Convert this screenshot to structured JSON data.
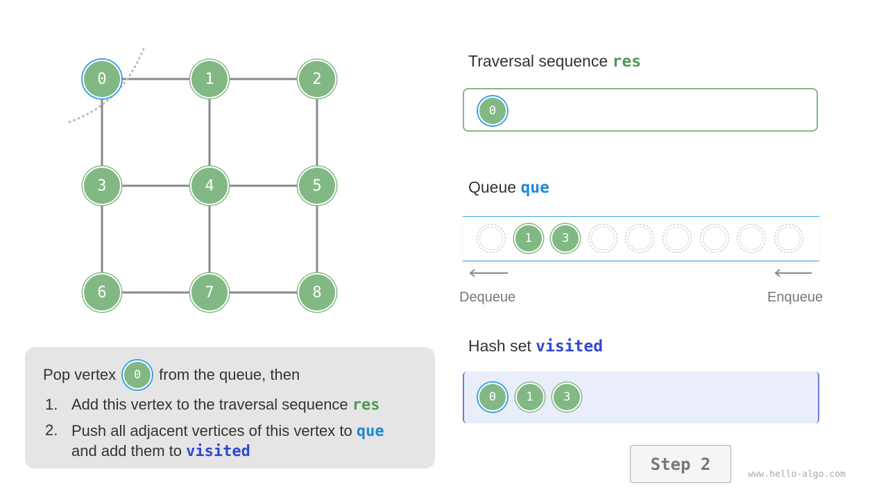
{
  "graph": {
    "nodes": [
      "0",
      "1",
      "2",
      "3",
      "4",
      "5",
      "6",
      "7",
      "8"
    ],
    "current": "0",
    "edges": [
      [
        0,
        1
      ],
      [
        1,
        2
      ],
      [
        0,
        3
      ],
      [
        1,
        4
      ],
      [
        2,
        5
      ],
      [
        3,
        4
      ],
      [
        4,
        5
      ],
      [
        3,
        6
      ],
      [
        4,
        7
      ],
      [
        5,
        8
      ],
      [
        6,
        7
      ],
      [
        7,
        8
      ]
    ]
  },
  "res": {
    "title": "Traversal sequence ",
    "var": "res",
    "items": [
      "0"
    ]
  },
  "queue": {
    "title": "Queue ",
    "var": "que",
    "slots": [
      "",
      "1",
      "3",
      "",
      "",
      "",
      "",
      "",
      ""
    ],
    "dequeue": "Dequeue",
    "enqueue": "Enqueue"
  },
  "visited": {
    "title": "Hash set ",
    "var": "visited",
    "items": [
      "0",
      "1",
      "3"
    ]
  },
  "explain": {
    "pre": "Pop vertex",
    "vertex": "0",
    "post": "from the queue, then",
    "s1_num": "1.",
    "s1": "Add this vertex to the traversal sequence ",
    "s1_var": "res",
    "s2_num": "2.",
    "s2": "Push all adjacent vertices of this vertex to ",
    "s2_var": "que",
    "s2b": "and add them to ",
    "s2b_var": "visited"
  },
  "step": "Step 2",
  "watermark": "www.hello-algo.com",
  "colors": {
    "node": "#82b884",
    "current": "#3ea4e8",
    "res": "#4e9a52",
    "que": "#1e88d4",
    "visited": "#3048d0"
  }
}
